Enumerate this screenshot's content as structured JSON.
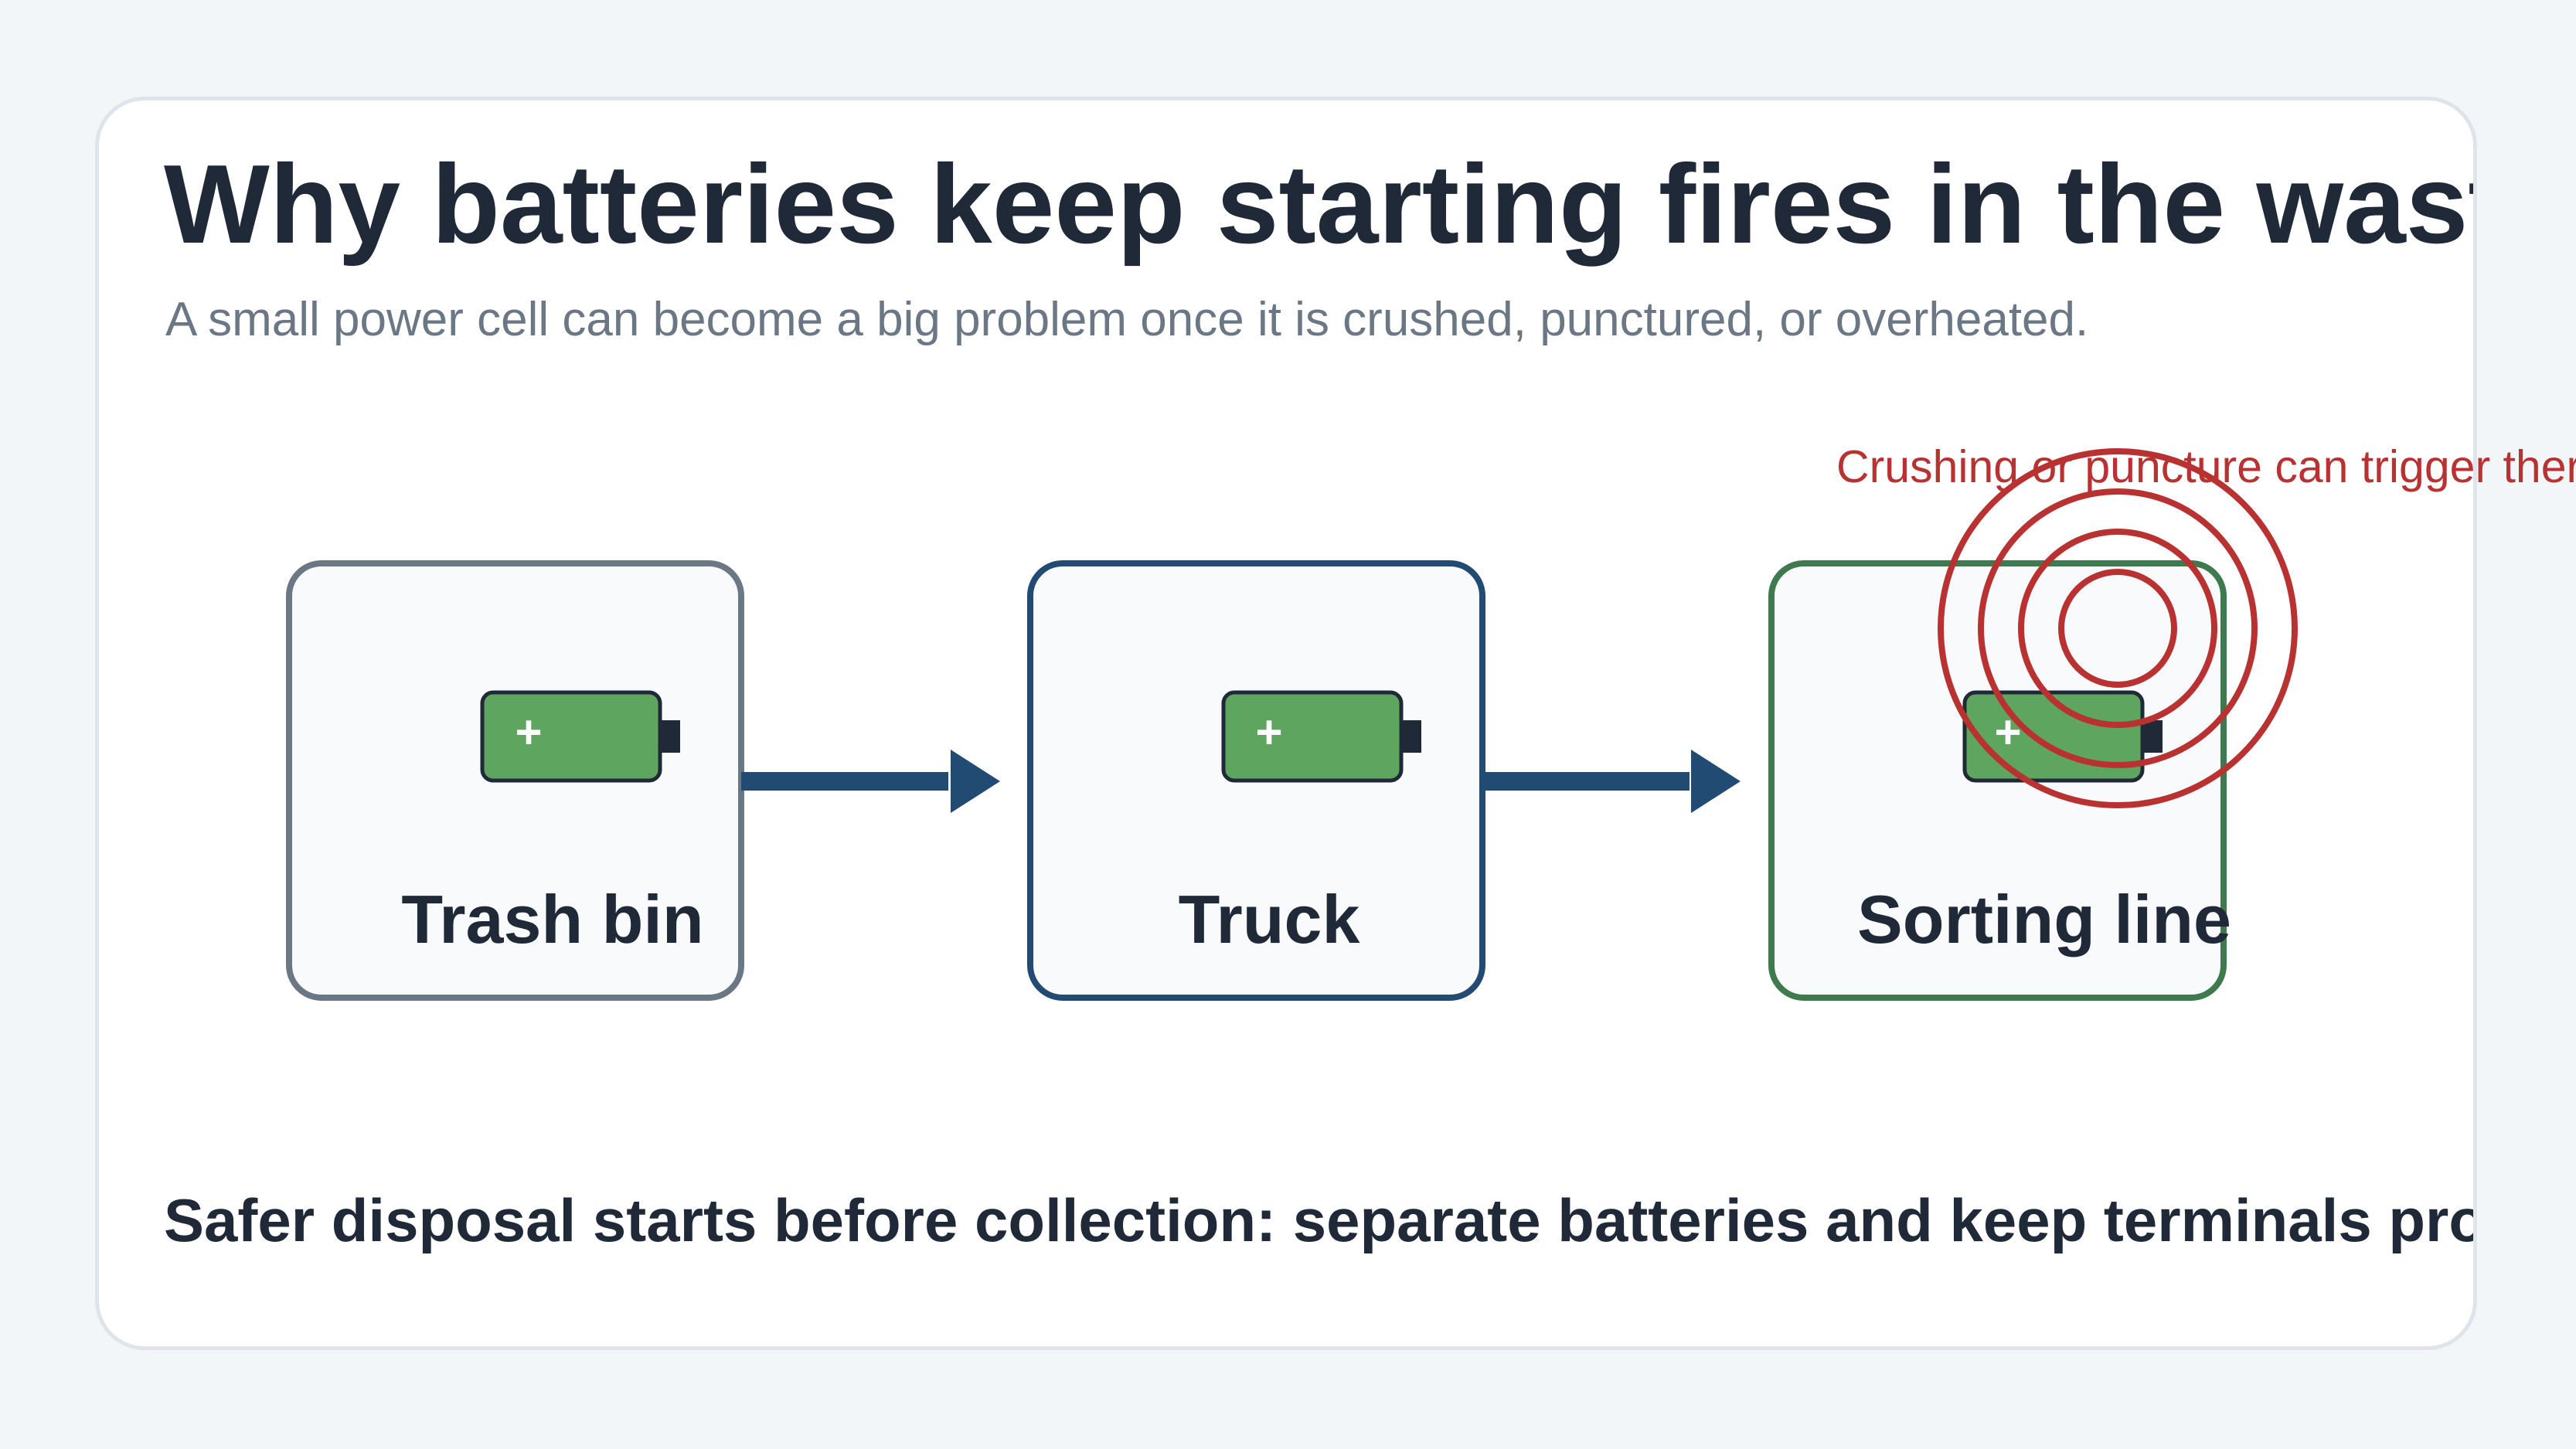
{
  "title": "Why batteries keep starting fires in the waste stream",
  "subtitle": "A small power cell can become a big problem once it is crushed, punctured, or overheated.",
  "stages": [
    {
      "label": "Trash bin"
    },
    {
      "label": "Truck"
    },
    {
      "label": "Sorting line"
    }
  ],
  "warning": "Crushing or puncture can trigger thermal runaway",
  "footer": "Safer disposal starts before collection: separate batteries and keep terminals protected.",
  "battery_symbol": "+",
  "colors": {
    "trash_bin": "#6b7785",
    "truck": "#224b73",
    "sorting_line": "#3e7a4e",
    "battery": "#5ea55f",
    "arrow": "#224b73",
    "warning": "#b83232"
  }
}
